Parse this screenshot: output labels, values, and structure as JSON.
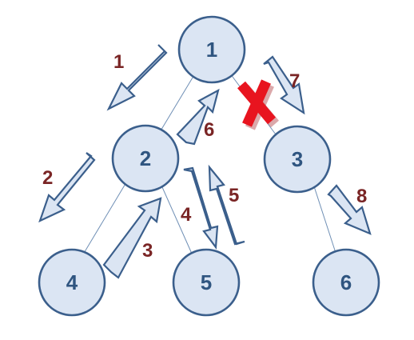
{
  "nodes": [
    {
      "id": "1",
      "label": "1"
    },
    {
      "id": "2",
      "label": "2"
    },
    {
      "id": "3",
      "label": "3"
    },
    {
      "id": "4",
      "label": "4"
    },
    {
      "id": "5",
      "label": "5"
    },
    {
      "id": "6",
      "label": "6"
    }
  ],
  "edges": [
    {
      "from": "1",
      "to": "2"
    },
    {
      "from": "1",
      "to": "3",
      "blocked": true
    },
    {
      "from": "2",
      "to": "4"
    },
    {
      "from": "2",
      "to": "5"
    },
    {
      "from": "3",
      "to": "6"
    }
  ],
  "steps": [
    {
      "label": "1",
      "from": "1",
      "to": "2"
    },
    {
      "label": "2",
      "from": "2",
      "to": "4"
    },
    {
      "label": "3",
      "from": "4",
      "to": "2"
    },
    {
      "label": "4",
      "from": "2",
      "to": "5"
    },
    {
      "label": "5",
      "from": "5",
      "to": "2"
    },
    {
      "label": "6",
      "from": "2",
      "to": "1"
    },
    {
      "label": "7",
      "from": "1",
      "to": "3"
    },
    {
      "label": "8",
      "from": "3",
      "to": "6"
    }
  ],
  "colors": {
    "node_fill": "#dbe5f3",
    "node_stroke": "#3b5f8c",
    "node_text": "#2f5580",
    "step_label": "#7a2525",
    "cross": "#e8141f"
  }
}
